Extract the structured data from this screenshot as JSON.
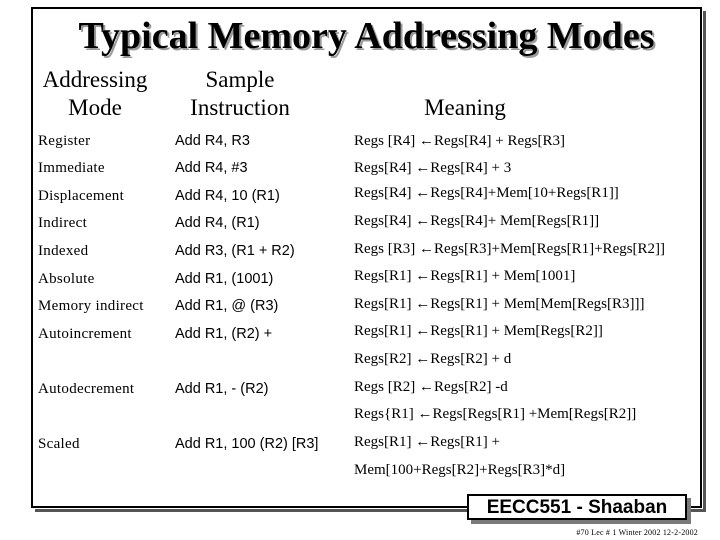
{
  "title": "Typical Memory Addressing Modes",
  "headers": {
    "mode_line1": "Addressing",
    "mode_line2": "Mode",
    "instr_line1": "Sample",
    "instr_line2": "Instruction",
    "meaning": "Meaning"
  },
  "rows": [
    {
      "mode": "Register",
      "instruction": "Add R4, R3",
      "meaning": "Regs [R4] ←Regs[R4] + Regs[R3]"
    },
    {
      "mode": "Immediate",
      "instruction": "Add R4, #3",
      "meaning": "Regs[R4] ←Regs[R4] + 3"
    },
    {
      "mode": "Displacement",
      "instruction": "Add R4, 10 (R1)",
      "meaning": "Regs[R4] ←Regs[R4]+Mem[10+Regs[R1]]"
    },
    {
      "mode": "Indirect",
      "instruction": "Add R4, (R1)",
      "meaning": "Regs[R4] ←Regs[R4]+ Mem[Regs[R1]]"
    },
    {
      "mode": "Indexed",
      "instruction": "Add R3, (R1 + R2)",
      "meaning": "Regs [R3] ←Regs[R3]+Mem[Regs[R1]+Regs[R2]]"
    },
    {
      "mode": "Absolute",
      "instruction": "Add R1, (1001)",
      "meaning": "Regs[R1] ←Regs[R1] + Mem[1001]"
    },
    {
      "mode": "Memory indirect",
      "instruction": "Add R1, @ (R3)",
      "meaning": "Regs[R1] ←Regs[R1] + Mem[Mem[Regs[R3]]]"
    },
    {
      "mode": "Autoincrement",
      "instruction": "Add R1, (R2) +",
      "meaning": "Regs[R1] ←Regs[R1] +  Mem[Regs[R2]]",
      "meaning2": "Regs[R2] ←Regs[R2] + d"
    },
    {
      "mode": "Autodecrement",
      "instruction": "Add R1, - (R2)",
      "meaning": "Regs [R2] ←Regs[R2] -d",
      "meaning2": "Regs{R1] ←Regs[Regs[R1] +Mem[Regs[R2]]"
    },
    {
      "mode": "Scaled",
      "instruction": "Add R1, 100 (R2) [R3]",
      "meaning": "Regs[R1] ←Regs[R1] +",
      "meaning2": "Mem[100+Regs[R2]+Regs[R3]*d]"
    }
  ],
  "badge": "EECC551 - Shaaban",
  "footer": "#70   Lec # 1 Winter 2002   12-2-2002"
}
